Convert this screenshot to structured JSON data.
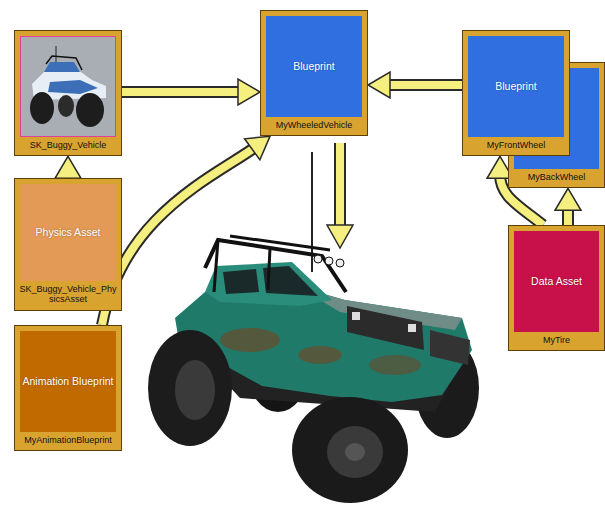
{
  "diagram": {
    "nodes": [
      {
        "text": [
          "SK_Buggy_Vehicle"
        ]
      },
      {
        "text": [
          "Blueprint",
          "MyWheeledVehicle"
        ]
      },
      {
        "text": [
          "Blueprint",
          "MyFrontWheel"
        ]
      },
      {
        "text": [
          "MyBackWheel"
        ]
      },
      {
        "text": [
          "Physics Asset",
          "SK_Buggy_Vehicle_PhysicsAsset"
        ]
      },
      {
        "text": [
          "Data Asset",
          "MyTire"
        ]
      },
      {
        "text": [
          "Animation Blueprint",
          "MyAnimationBlueprint"
        ]
      }
    ],
    "edges": [
      {
        "from": 0,
        "to": 1,
        "arrow": "to"
      },
      {
        "from": 4,
        "to": 0,
        "arrow": "to"
      },
      {
        "from": 6,
        "to": 1,
        "arrow": "to"
      },
      {
        "from": 2,
        "to": 1,
        "arrow": "to"
      },
      {
        "from": 5,
        "to": 2,
        "arrow": "to"
      },
      {
        "from": 5,
        "to": 3,
        "arrow": "to"
      }
    ]
  }
}
